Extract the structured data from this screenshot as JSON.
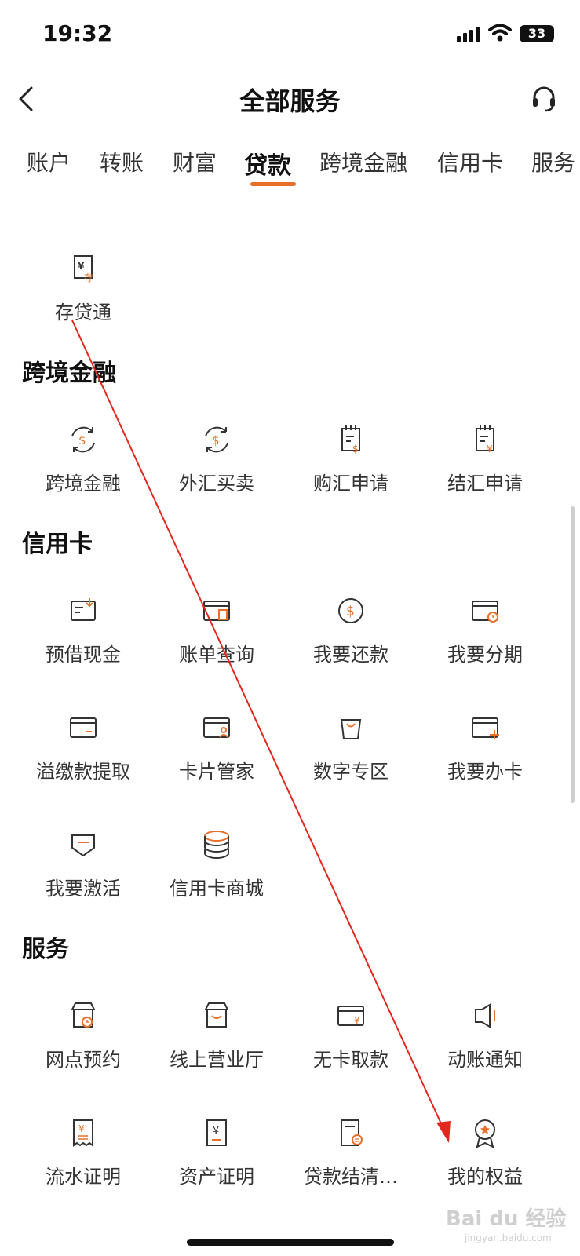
{
  "status": {
    "time": "19:32",
    "battery": "33"
  },
  "header": {
    "title": "全部服务"
  },
  "tabs": [
    "账户",
    "转账",
    "财富",
    "贷款",
    "跨境金融",
    "信用卡",
    "服务"
  ],
  "loan_items": [
    {
      "label": "存贷通",
      "icon": "deposit-loan-icon"
    }
  ],
  "sections": [
    {
      "title": "跨境金融",
      "items": [
        {
          "label": "跨境金融",
          "icon": "exchange-dollar-icon"
        },
        {
          "label": "外汇买卖",
          "icon": "exchange-dollar-icon"
        },
        {
          "label": "购汇申请",
          "icon": "document-dollar-icon"
        },
        {
          "label": "结汇申请",
          "icon": "document-yen-icon"
        }
      ]
    },
    {
      "title": "信用卡",
      "items": [
        {
          "label": "预借现金",
          "icon": "card-download-icon"
        },
        {
          "label": "账单查询",
          "icon": "card-bill-icon"
        },
        {
          "label": "我要还款",
          "icon": "dollar-coin-icon"
        },
        {
          "label": "我要分期",
          "icon": "card-clock-icon"
        },
        {
          "label": "溢缴款提取",
          "icon": "card-minus-icon"
        },
        {
          "label": "卡片管家",
          "icon": "card-user-icon"
        },
        {
          "label": "数字专区",
          "icon": "shopping-bag-icon"
        },
        {
          "label": "我要办卡",
          "icon": "card-plus-icon"
        },
        {
          "label": "我要激活",
          "icon": "shield-card-icon"
        },
        {
          "label": "信用卡商城",
          "icon": "coin-stack-icon"
        }
      ]
    },
    {
      "title": "服务",
      "items": [
        {
          "label": "网点预约",
          "icon": "store-clock-icon"
        },
        {
          "label": "线上营业厅",
          "icon": "store-icon"
        },
        {
          "label": "无卡取款",
          "icon": "card-yen-icon"
        },
        {
          "label": "动账通知",
          "icon": "speaker-icon"
        },
        {
          "label": "流水证明",
          "icon": "receipt-yen-icon"
        },
        {
          "label": "资产证明",
          "icon": "certificate-yen-icon"
        },
        {
          "label": "贷款结清…",
          "icon": "document-seal-icon"
        },
        {
          "label": "我的权益",
          "icon": "badge-ribbon-icon"
        }
      ]
    }
  ],
  "watermark": {
    "text": "Bai du 经验",
    "sub": "jingyan.baidu.com"
  },
  "colors": {
    "accent": "#e8702a",
    "icon_stroke": "#333333",
    "annotation_arrow": "#e0281e"
  }
}
